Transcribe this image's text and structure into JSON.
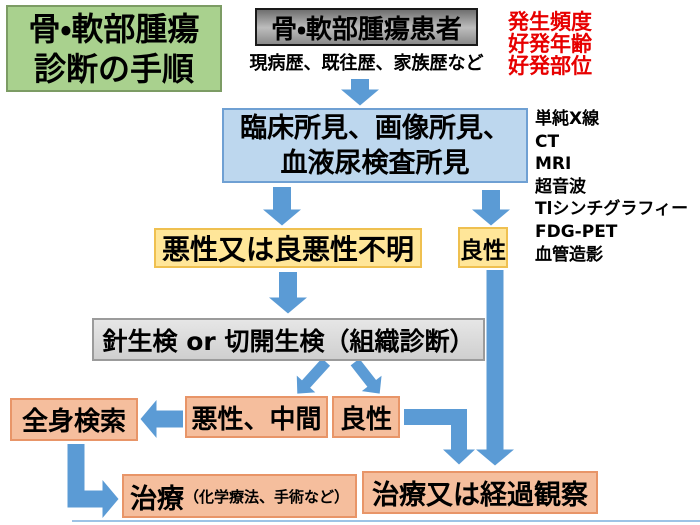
{
  "title": {
    "line1": "骨・軟部腫瘍",
    "line2": "診断の手順"
  },
  "patient": {
    "label": "骨・軟部腫瘍患者",
    "caption": "現病歴、既往歴、家族歴など"
  },
  "red_notes": {
    "items": [
      "発生頻度",
      "好発年齢",
      "好発部位"
    ]
  },
  "findings": {
    "line1": "臨床所見、画像所見、",
    "line2": "血液尿検査所見"
  },
  "modalities": {
    "items": [
      "単純X線",
      "CT",
      "MRI",
      "超音波",
      "Tlシンチグラフィー",
      "FDG-PET",
      "血管造影"
    ]
  },
  "triage": {
    "malignant_or_unknown": "悪性又は良悪性不明",
    "benign": "良性"
  },
  "biopsy": {
    "label": "針生検 or 切開生検（組織診断）"
  },
  "pathology": {
    "malignant_intermediate": "悪性、中間",
    "benign": "良性"
  },
  "workup": {
    "label": "全身検索"
  },
  "treatment": {
    "label": "治療",
    "detail": "（化学療法、手術など）"
  },
  "treatment_or_followup": {
    "label": "治療又は経過観察"
  },
  "colors": {
    "arrow_blue": "#5B9BD5",
    "title_green_fill": "#A9D18E",
    "patient_gray_fill": "#9A9A9A",
    "findings_blue_fill": "#BDD7EE",
    "triage_yellow_fill": "#FFE699",
    "biopsy_gray_fill": "#D9D9D9",
    "node_orange_fill": "#F5BE9D",
    "red_text": "#E70000"
  }
}
